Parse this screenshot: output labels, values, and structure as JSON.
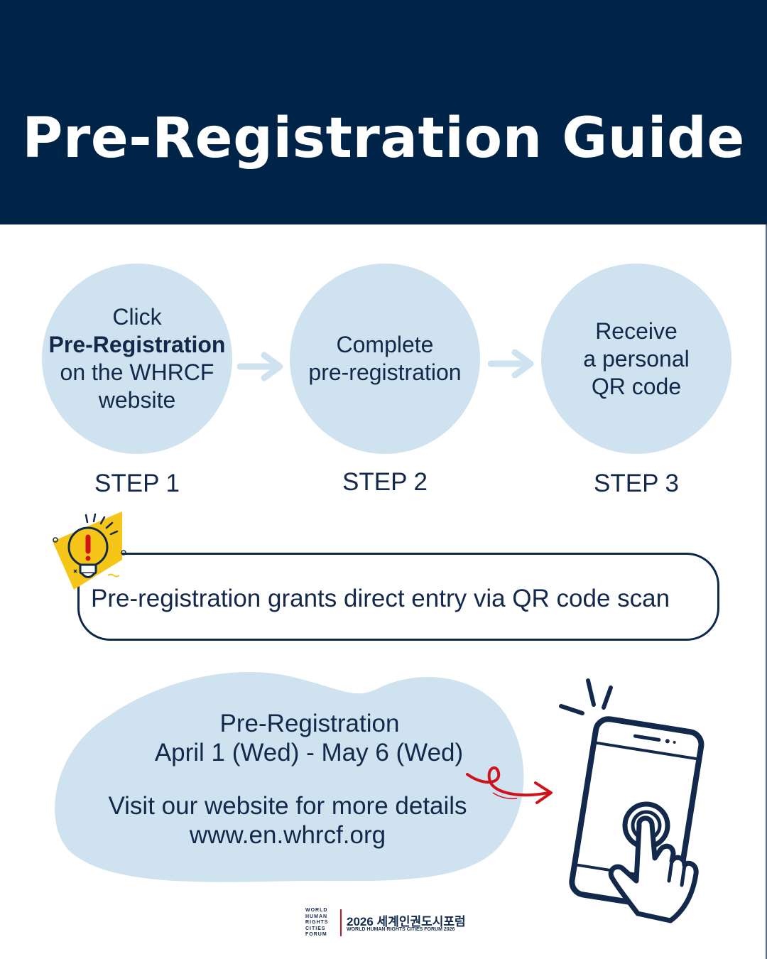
{
  "title": "Pre-Registration Guide",
  "steps": [
    {
      "line1": "Click",
      "line2": "Pre-Registration",
      "line3": "on the WHRCF",
      "line4": "website",
      "label": "STEP 1"
    },
    {
      "line1": "Complete",
      "line2": "pre-registration",
      "label": "STEP 2"
    },
    {
      "line1": "Receive",
      "line2": "a personal",
      "line3": "QR code",
      "label": "STEP 3"
    }
  ],
  "notice": "Pre-registration grants direct entry via QR code scan",
  "info": {
    "heading": "Pre-Registration",
    "dates": "April 1 (Wed) - May 6 (Wed)",
    "visit": "Visit our website for more details",
    "url": "www.en.whrcf.org"
  },
  "logo": {
    "mark_lines": [
      "WORLD",
      "HUMAN",
      "RIGHTS",
      "CITIES",
      "FORUM"
    ],
    "title": "2026 세계인권도시포럼",
    "subtitle": "WORLD HUMAN RIGHTS CITIES FORUM 2026"
  },
  "colors": {
    "header_bg": "#002448",
    "circle_bg": "#cfe2ef",
    "text": "#13294b",
    "bulb": "#f5c518",
    "accent_red": "#d0121b"
  },
  "icons": [
    "arrow-right-icon",
    "lightbulb-icon",
    "swirl-arrow-icon",
    "smartphone-tap-icon"
  ]
}
